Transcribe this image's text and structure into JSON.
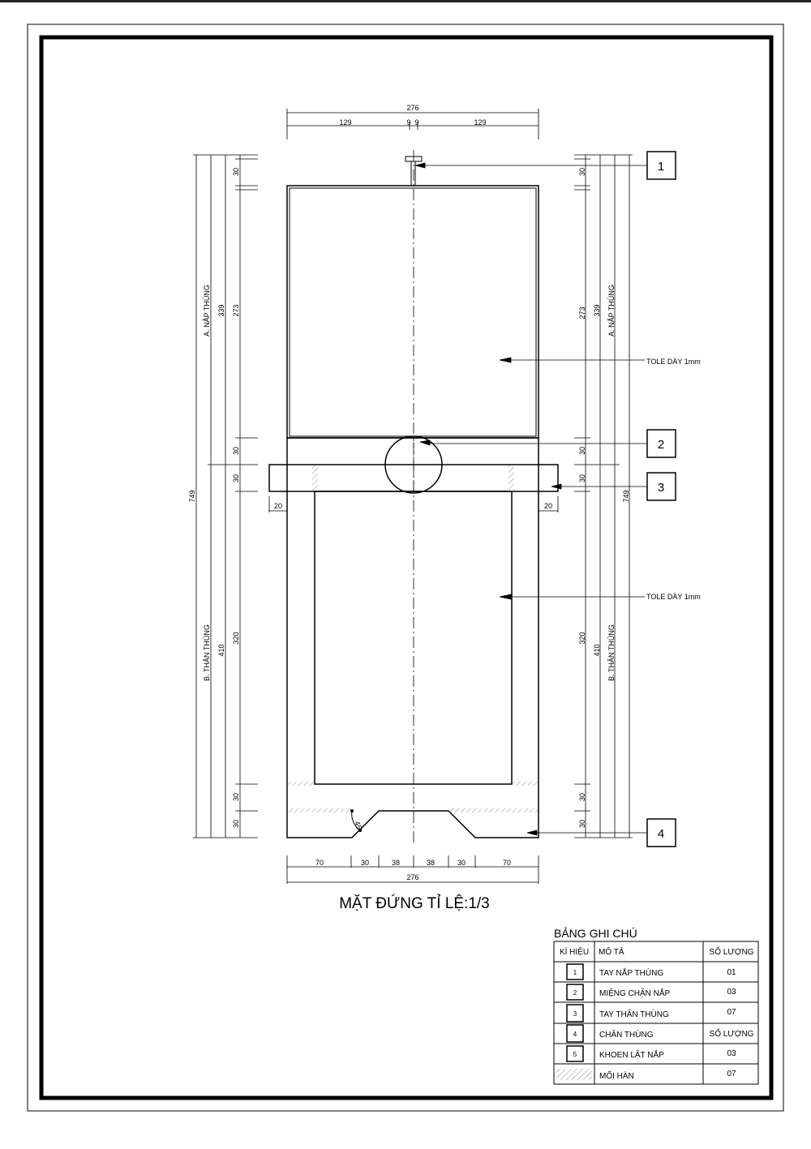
{
  "drawing": {
    "title": "MẶT ĐỨNG TỈ LỆ:1/3",
    "top_dims": {
      "total": "276",
      "left": "129",
      "gap_left": "9",
      "gap_right": "9",
      "right": "129"
    },
    "bottom_dims": {
      "segments": [
        "70",
        "30",
        "38",
        "38",
        "30",
        "70"
      ],
      "total": "276"
    },
    "side_dims": {
      "left_20": "20",
      "right_20": "20"
    },
    "left_dims": {
      "total": "749",
      "lid_label": "A. NẮP THÙNG",
      "lid": "339",
      "lid_inner": "273",
      "handle": "30",
      "band1": "30",
      "band2": "30",
      "body_label": "B. THÂN THÙNG",
      "body": "410",
      "body_inner": "320",
      "foot1": "30",
      "foot2": "30"
    },
    "right_dims": {
      "total": "749",
      "lid_label": "A. NẮP THÙNG",
      "lid": "339",
      "lid_inner": "273",
      "handle": "30",
      "band1": "30",
      "band2": "30",
      "body_label": "B. THÂN THÙNG",
      "body": "410",
      "body_inner": "320",
      "foot1": "30",
      "foot2": "30"
    },
    "notes": [
      "TOLE DÀY 1mm",
      "TOLE DÀY 1mm"
    ],
    "angle": "45",
    "callouts": [
      "1",
      "2",
      "3",
      "4"
    ]
  },
  "legend_table": {
    "title": "BẢNG GHI CHÚ",
    "headers": [
      "KÍ HIỆU",
      "MÔ TẢ",
      "SỐ LƯỢNG"
    ],
    "rows": [
      {
        "symbol": "1",
        "desc": "TAY NẮP THÙNG",
        "qty": "01"
      },
      {
        "symbol": "2",
        "desc": "MIỆNG CHẶN NẮP",
        "qty": "03"
      },
      {
        "symbol": "3",
        "desc": "TAY THÂN THÙNG",
        "qty": "07"
      },
      {
        "symbol": "4",
        "desc": "CHÂN THÙNG",
        "qty": "SỐ LƯỢNG"
      },
      {
        "symbol": "5",
        "desc": "KHOEN LẬT NẮP",
        "qty": "03"
      },
      {
        "symbol": "weld-hatch",
        "desc": "MỐI HÀN",
        "qty": "07"
      }
    ]
  }
}
